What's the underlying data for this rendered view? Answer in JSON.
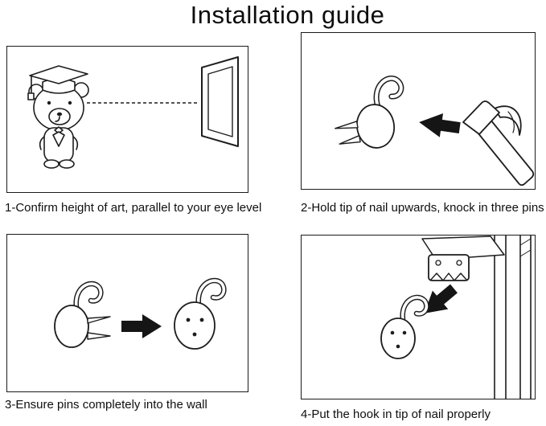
{
  "title": "Installation guide",
  "steps": [
    {
      "caption": "1-Confirm height of art, parallel to your eye level",
      "illustration": "bear-eye-level-illustration"
    },
    {
      "caption": "2-Hold tip of nail upwards, knock in three pins",
      "illustration": "hammer-knock-pins-illustration"
    },
    {
      "caption": "3-Ensure pins completely into the wall",
      "illustration": "pins-into-wall-illustration"
    },
    {
      "caption": "4-Put the hook in tip of nail properly",
      "illustration": "hook-on-nail-illustration"
    }
  ],
  "colors": {
    "line": "#1d1d1d",
    "arrow": "#151515",
    "background": "#ffffff"
  }
}
